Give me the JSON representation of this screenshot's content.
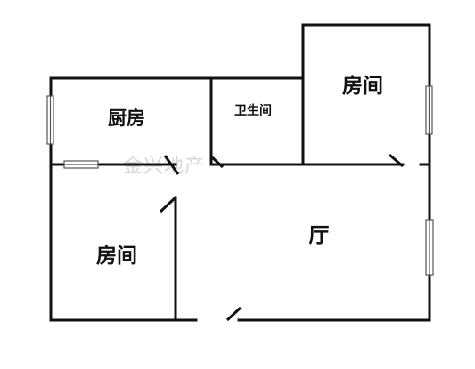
{
  "rooms": {
    "kitchen": "厨房",
    "bathroom": "卫生间",
    "bedroom_top_right": "房间",
    "bedroom_bottom_left": "房间",
    "living_room": "厅"
  },
  "watermark": "金兴地产",
  "colors": {
    "wall": "#111111",
    "window": "#555555",
    "background": "#ffffff",
    "watermark": "#d7d7d7"
  }
}
